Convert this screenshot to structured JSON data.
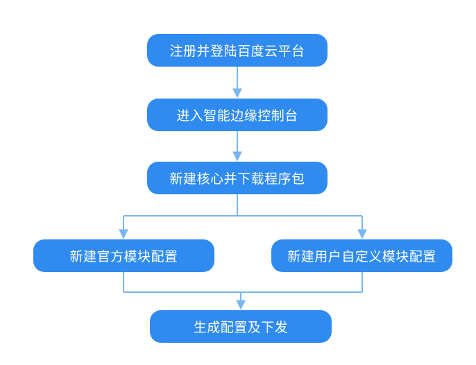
{
  "flowchart": {
    "nodes": [
      {
        "id": "n1",
        "label": "注册并登陆百度云平台"
      },
      {
        "id": "n2",
        "label": "进入智能边缘控制台"
      },
      {
        "id": "n3",
        "label": "新建核心并下载程序包"
      },
      {
        "id": "n4",
        "label": "新建官方模块配置"
      },
      {
        "id": "n5",
        "label": "新建用户自定义模块配置"
      },
      {
        "id": "n6",
        "label": "生成配置及下发"
      }
    ],
    "edges": [
      {
        "from": "n1",
        "to": "n2"
      },
      {
        "from": "n2",
        "to": "n3"
      },
      {
        "from": "n3",
        "to": "n4"
      },
      {
        "from": "n3",
        "to": "n5"
      },
      {
        "from": "n4",
        "to": "n6"
      },
      {
        "from": "n5",
        "to": "n6"
      }
    ]
  },
  "colors": {
    "node_fill": "#2f8bef",
    "node_text": "#ffffff",
    "connector": "#7ab6f0",
    "background": "#ffffff"
  }
}
